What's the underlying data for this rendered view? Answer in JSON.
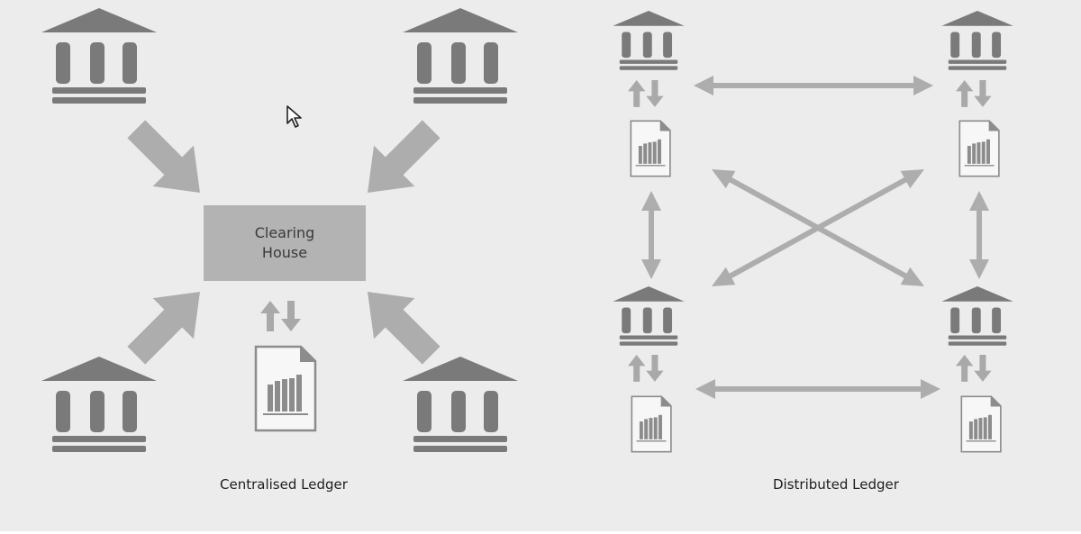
{
  "clearing_house": {
    "line1": "Clearing",
    "line2": "House"
  },
  "captions": {
    "centralised": "Centralised Ledger",
    "distributed": "Distributed Ledger"
  },
  "colors": {
    "background": "#ececec",
    "bank": "#7a7a7a",
    "arrow": "#adadad",
    "box": "#b3b3b3",
    "document": "#8c8c8c"
  },
  "icons": [
    "bank-icon",
    "document-chart-icon",
    "mouse-cursor-icon"
  ]
}
